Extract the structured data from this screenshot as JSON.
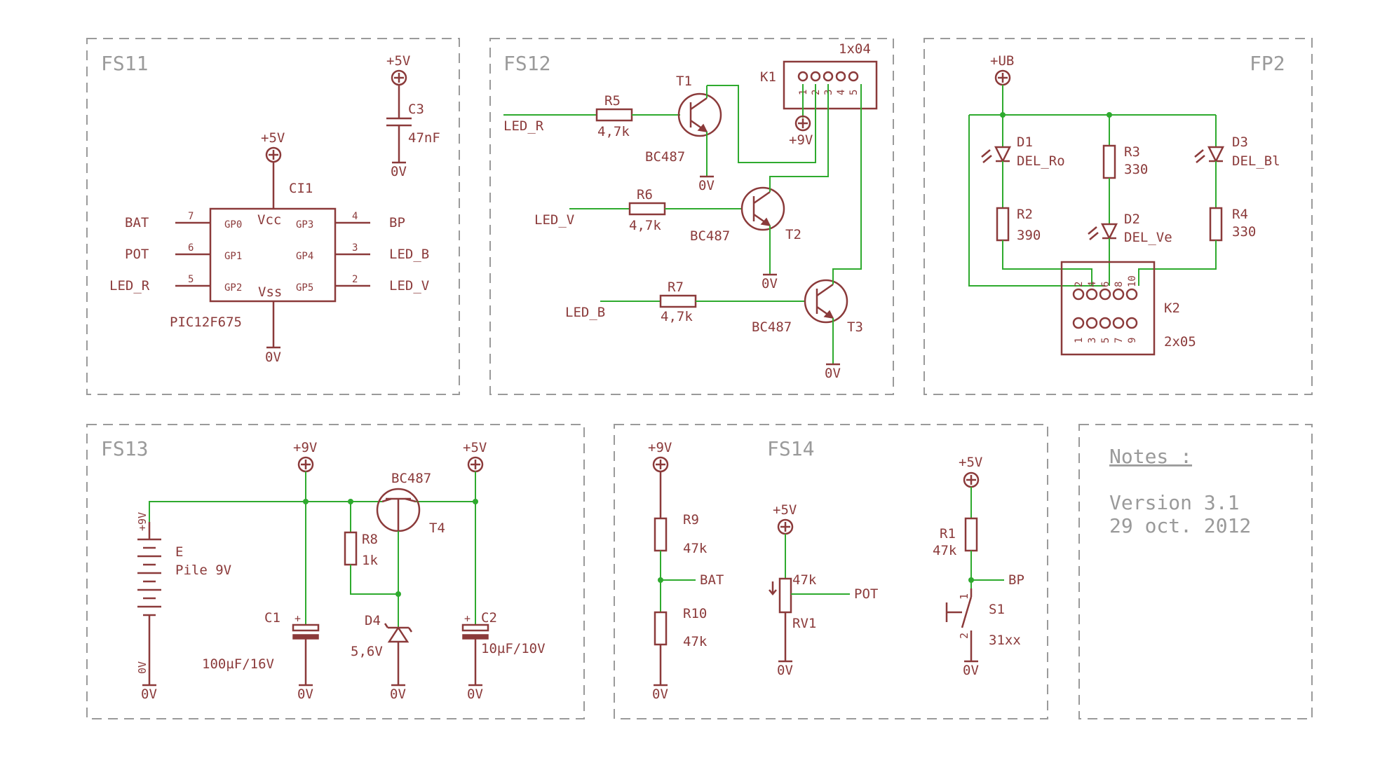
{
  "sheets": {
    "fs11": {
      "title": "FS11",
      "ic_name": "CI1",
      "ic_part": "PIC12F675",
      "vcc_label": "Vcc",
      "vss_label": "Vss",
      "supply": "+5V",
      "ground": "0V",
      "pins": [
        {
          "net": "BAT",
          "num": "7",
          "name": "GP0"
        },
        {
          "net": "POT",
          "num": "6",
          "name": "GP1"
        },
        {
          "net": "LED_R",
          "num": "5",
          "name": "GP2"
        },
        {
          "net": "BP",
          "num": "4",
          "name": "GP3"
        },
        {
          "net": "LED_B",
          "num": "3",
          "name": "GP4"
        },
        {
          "net": "LED_V",
          "num": "2",
          "name": "GP5"
        }
      ],
      "cap": {
        "ref": "C3",
        "value": "47nF",
        "supply": "+5V",
        "ground": "0V"
      }
    },
    "fs12": {
      "title": "FS12",
      "connector": {
        "ref": "K1",
        "type": "1x04",
        "supply": "+9V",
        "pins": [
          "1",
          "2",
          "3",
          "4",
          "5"
        ]
      },
      "drivers": [
        {
          "net": "LED_R",
          "res": "R5",
          "value": "4,7k",
          "transistor": "T1",
          "part": "BC487",
          "ground": "0V"
        },
        {
          "net": "LED_V",
          "res": "R6",
          "value": "4,7k",
          "transistor": "T2",
          "part": "BC487",
          "ground": "0V"
        },
        {
          "net": "LED_B",
          "res": "R7",
          "value": "4,7k",
          "transistor": "T3",
          "part": "BC487",
          "ground": "0V"
        }
      ]
    },
    "fp2": {
      "title": "FP2",
      "supply": "+UB",
      "leds": [
        {
          "ref": "D1",
          "value": "DEL_Ro"
        },
        {
          "ref": "D2",
          "value": "DEL_Ve"
        },
        {
          "ref": "D3",
          "value": "DEL_Bl"
        }
      ],
      "resistors": [
        {
          "ref": "R3",
          "value": "330"
        },
        {
          "ref": "R2",
          "value": "390"
        },
        {
          "ref": "R4",
          "value": "330"
        }
      ],
      "connector": {
        "ref": "K2",
        "type": "2x05",
        "top_pins": [
          "2",
          "4",
          "6",
          "8",
          "10"
        ],
        "bottom_pins": [
          "1",
          "3",
          "5",
          "7",
          "9"
        ]
      }
    },
    "fs13": {
      "title": "FS13",
      "supply_in": "+9V",
      "supply_out": "+5V",
      "battery": {
        "ref": "E",
        "value": "Pile 9V",
        "plus": "+9V",
        "minus": "0V"
      },
      "transistor": {
        "ref": "T4",
        "part": "BC487"
      },
      "res": {
        "ref": "R8",
        "value": "1k"
      },
      "zener": {
        "ref": "D4",
        "value": "5,6V"
      },
      "c1": {
        "ref": "C1",
        "value": "100µF/16V"
      },
      "c2": {
        "ref": "C2",
        "value": "10µF/10V"
      },
      "ground": "0V",
      "plus_sign": "+"
    },
    "fs14": {
      "title": "FS14",
      "divider": {
        "supply": "+9V",
        "r_top": "R9",
        "r_top_value": "47k",
        "r_bot": "R10",
        "r_bot_value": "47k",
        "net": "BAT",
        "ground": "0V"
      },
      "pot": {
        "supply": "+5V",
        "ref": "RV1",
        "value": "47k",
        "net": "POT",
        "ground": "0V"
      },
      "button": {
        "supply": "+5V",
        "res": "R1",
        "res_value": "47k",
        "switch": "S1",
        "part": "31xx",
        "net": "BP",
        "ground": "0V",
        "pin1": "1",
        "pin2": "2"
      }
    },
    "notes": {
      "heading": "Notes :",
      "version": "Version 3.1",
      "date": "29 oct. 2012"
    }
  },
  "colors": {
    "frame": "#9a9a9a",
    "symbol": "#8b3a3a",
    "wire": "#2eaa2e"
  }
}
